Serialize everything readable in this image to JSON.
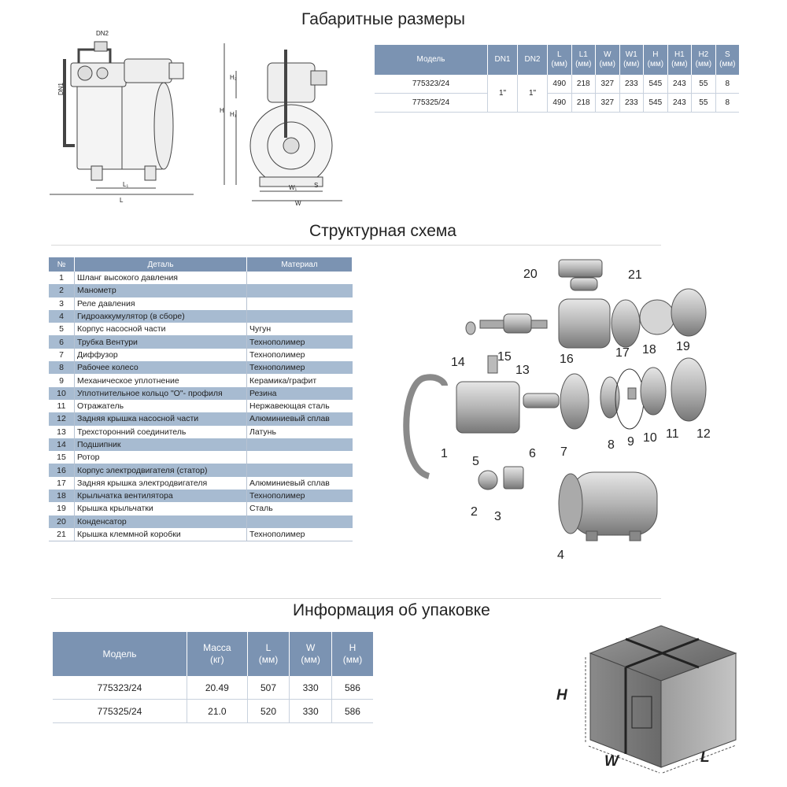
{
  "sections": {
    "dimensions_title": "Габаритные размеры",
    "structure_title": "Структурная схема",
    "packing_title": "Информация об упаковке"
  },
  "dims_table": {
    "headers": [
      "Модель",
      "DN1",
      "DN2",
      "L",
      "L1",
      "W",
      "W1",
      "H",
      "H1",
      "H2",
      "S"
    ],
    "unit": "(мм)",
    "rows": [
      {
        "model": "775323/24",
        "dn1": "1\"",
        "dn2": "1\"",
        "L": "490",
        "L1": "218",
        "W": "327",
        "W1": "233",
        "H": "545",
        "H1": "243",
        "H2": "55",
        "S": "8"
      },
      {
        "model": "775325/24",
        "dn1": "1\"",
        "dn2": "1\"",
        "L": "490",
        "L1": "218",
        "W": "327",
        "W1": "233",
        "H": "545",
        "H1": "243",
        "H2": "55",
        "S": "8"
      }
    ]
  },
  "drawing_labels": {
    "dn2": "DN2",
    "dn1": "DN1",
    "l1": "L₁",
    "l": "L",
    "h": "H",
    "h1": "H₁",
    "h2": "H₂",
    "w1": "W₁",
    "w": "W",
    "s": "S"
  },
  "parts_table": {
    "headers": [
      "№",
      "Деталь",
      "Материал"
    ],
    "rows": [
      {
        "n": "1",
        "part": "Шланг высокого давления",
        "material": ""
      },
      {
        "n": "2",
        "part": "Манометр",
        "material": ""
      },
      {
        "n": "3",
        "part": "Реле давления",
        "material": ""
      },
      {
        "n": "4",
        "part": "Гидроаккумулятор (в сборе)",
        "material": ""
      },
      {
        "n": "5",
        "part": "Корпус насосной части",
        "material": "Чугун"
      },
      {
        "n": "6",
        "part": "Трубка Вентури",
        "material": "Технополимер"
      },
      {
        "n": "7",
        "part": "Диффузор",
        "material": "Технополимер"
      },
      {
        "n": "8",
        "part": "Рабочее колесо",
        "material": "Технополимер"
      },
      {
        "n": "9",
        "part": "Механическое уплотнение",
        "material": "Керамика/графит"
      },
      {
        "n": "10",
        "part": "Уплотнительное кольцо \"О\"- профиля",
        "material": "Резина"
      },
      {
        "n": "11",
        "part": "Отражатель",
        "material": "Нержавеющая сталь"
      },
      {
        "n": "12",
        "part": "Задняя крышка насосной части",
        "material": "Алюминиевый сплав"
      },
      {
        "n": "13",
        "part": "Трехсторонний соединитель",
        "material": "Латунь"
      },
      {
        "n": "14",
        "part": "Подшипник",
        "material": ""
      },
      {
        "n": "15",
        "part": "Ротор",
        "material": ""
      },
      {
        "n": "16",
        "part": "Корпус электродвигателя (статор)",
        "material": ""
      },
      {
        "n": "17",
        "part": "Задняя крышка электродвигателя",
        "material": "Алюминиевый сплав"
      },
      {
        "n": "18",
        "part": "Крыльчатка вентилятора",
        "material": "Технополимер"
      },
      {
        "n": "19",
        "part": "Крышка крыльчатки",
        "material": "Сталь"
      },
      {
        "n": "20",
        "part": "Конденсатор",
        "material": ""
      },
      {
        "n": "21",
        "part": "Крышка клеммной коробки",
        "material": "Технополимер"
      }
    ]
  },
  "exploded_labels": [
    "1",
    "2",
    "3",
    "4",
    "5",
    "6",
    "7",
    "8",
    "9",
    "10",
    "11",
    "12",
    "13",
    "14",
    "15",
    "16",
    "17",
    "18",
    "19",
    "20",
    "21"
  ],
  "pack_table": {
    "headers": [
      {
        "top": "Модель",
        "bottom": ""
      },
      {
        "top": "Масса",
        "bottom": "(кг)"
      },
      {
        "top": "L",
        "bottom": "(мм)"
      },
      {
        "top": "W",
        "bottom": "(мм)"
      },
      {
        "top": "H",
        "bottom": "(мм)"
      }
    ],
    "rows": [
      {
        "model": "775323/24",
        "mass": "20.49",
        "L": "507",
        "W": "330",
        "H": "586"
      },
      {
        "model": "775325/24",
        "mass": "21.0",
        "L": "520",
        "W": "330",
        "H": "586"
      }
    ]
  },
  "box_labels": {
    "h": "H",
    "w": "W",
    "l": "L"
  },
  "colors": {
    "header": "#7b93b2",
    "alt_row": "#a7bbd1"
  }
}
